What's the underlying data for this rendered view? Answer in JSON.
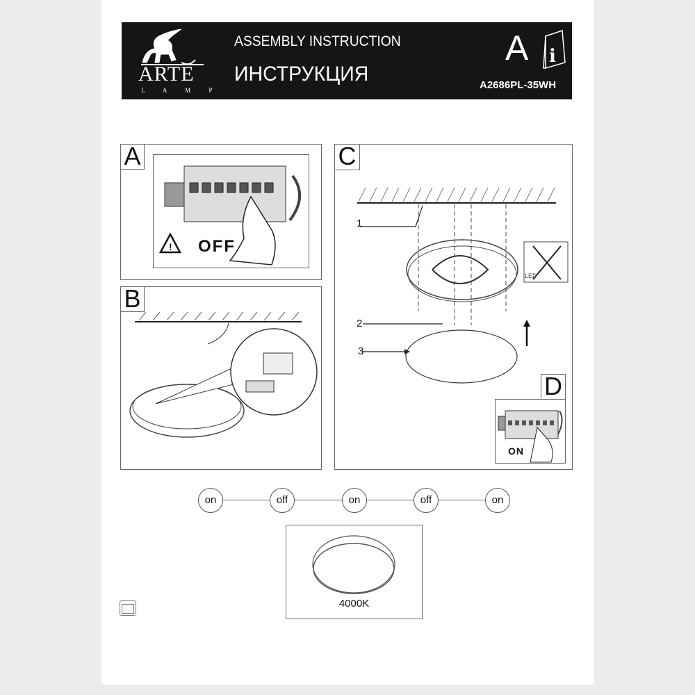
{
  "header": {
    "brand": "ARTE",
    "brand_sub": "L A M P",
    "title_en": "ASSEMBLY INSTRUCTION",
    "title_ru": "ИНСТРУКЦИЯ",
    "version_letter": "A",
    "model": "A2686PL-35WH",
    "icon": "info-book-icon"
  },
  "panels": {
    "a": {
      "label": "A",
      "warning_text": "OFF"
    },
    "b": {
      "label": "B"
    },
    "c": {
      "label": "C",
      "callouts": [
        "1",
        "2",
        "3"
      ],
      "led_note": "LED"
    },
    "d": {
      "label": "D",
      "text": "ON"
    }
  },
  "sequence": [
    "on",
    "off",
    "on",
    "off",
    "on"
  ],
  "color_temp": {
    "label": "4000K"
  }
}
